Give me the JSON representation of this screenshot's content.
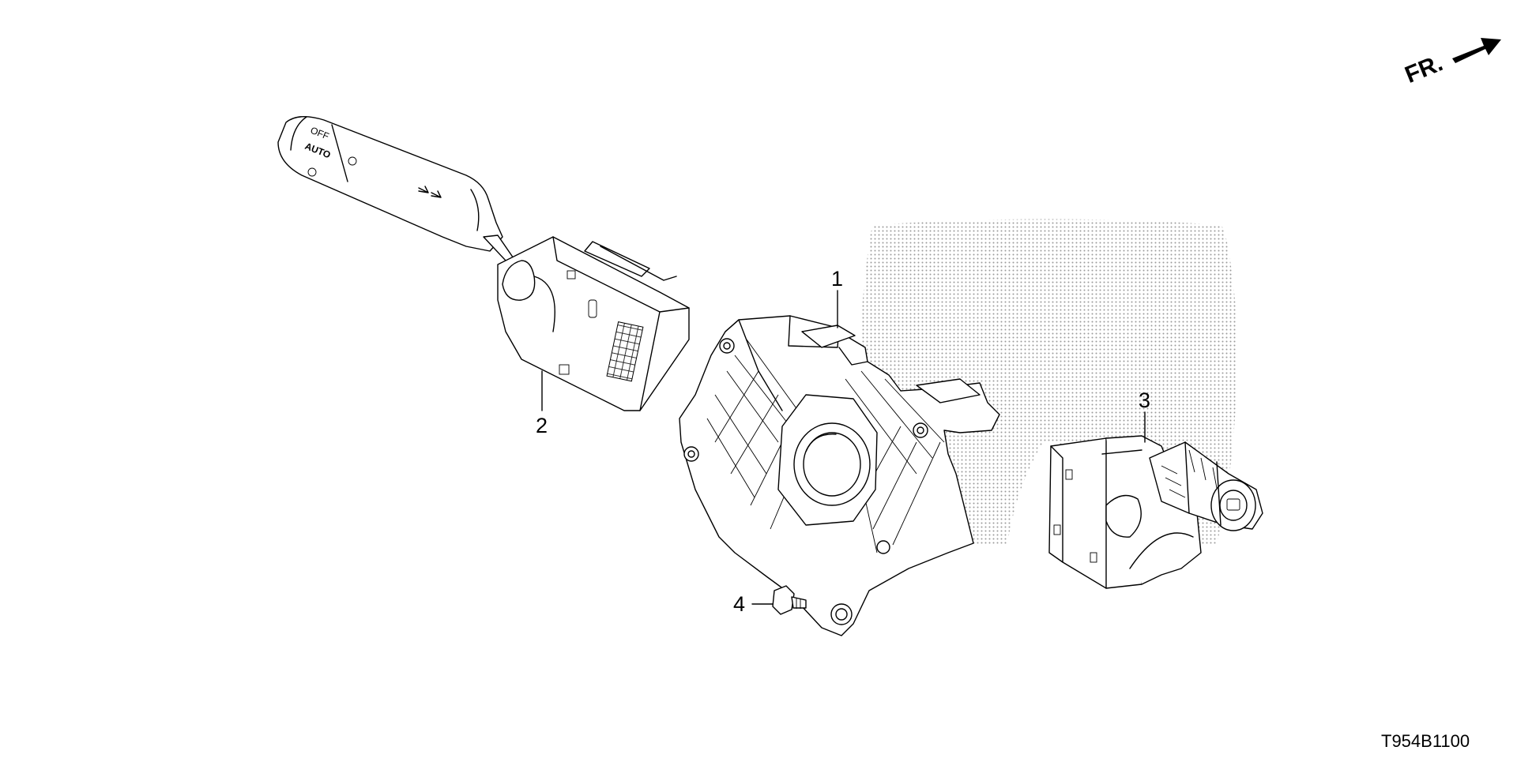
{
  "diagram": {
    "callouts": [
      {
        "id": "1",
        "label": "1"
      },
      {
        "id": "2",
        "label": "2"
      },
      {
        "id": "3",
        "label": "3"
      },
      {
        "id": "4",
        "label": "4"
      }
    ],
    "direction_label": "FR.",
    "diagram_code": "T954B1100",
    "lever_markings": [
      "OFF",
      "AUTO"
    ],
    "watermark": "Honda logo (dotted)"
  }
}
